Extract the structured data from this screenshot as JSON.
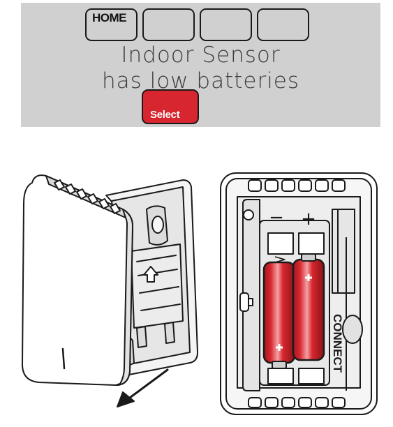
{
  "display": {
    "softkeys": [
      {
        "label": "HOME"
      },
      {
        "label": ""
      },
      {
        "label": ""
      },
      {
        "label": ""
      }
    ],
    "message": {
      "line1": "Indoor Sensor",
      "line2": "has low batteries"
    },
    "select_label": "Select"
  },
  "illustration": {
    "connect_label": "CONNECT",
    "minus_label": "−",
    "plus_label": "+",
    "colors": {
      "battery": "#d8262e",
      "panel": "#d0d0d0",
      "select_button": "#d7262f",
      "outline": "#1a1a1a"
    }
  }
}
